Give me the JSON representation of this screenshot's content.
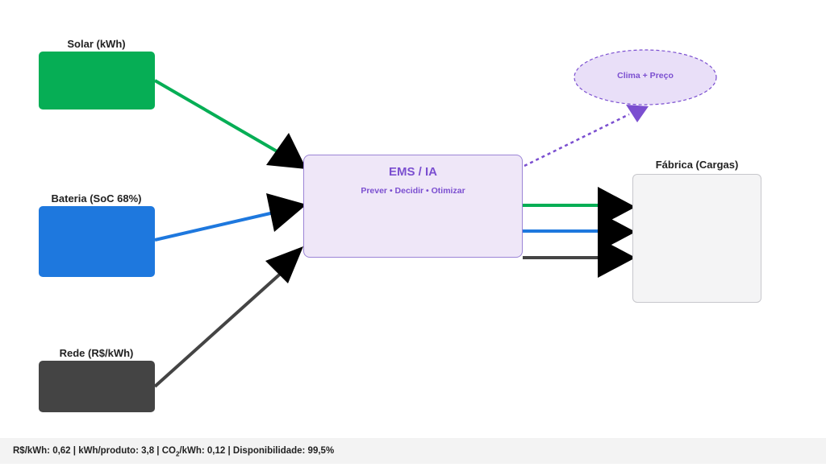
{
  "sources": {
    "solar": {
      "label": "Solar (kWh)",
      "color": "#06ae55"
    },
    "battery": {
      "label": "Bateria (SoC 68%)",
      "color": "#1e78de"
    },
    "grid": {
      "label": "Rede (R$/kWh)",
      "color": "#444444"
    }
  },
  "ems": {
    "title": "EMS / IA",
    "subtitle": "Prever • Decidir • Otimizar"
  },
  "factory": {
    "label": "Fábrica (Cargas)"
  },
  "context": {
    "label": "Clima + Preço",
    "color": "#7b4fd0"
  },
  "footer": {
    "rs_kwh": "R$/kWh: 0,62",
    "kwh_produto": "kWh/produto: 3,8",
    "co2_prefix": "CO",
    "co2_sub": "2",
    "co2_suffix": "/kWh: 0,12",
    "disponibilidade": "Disponibilidade: 99,5%",
    "separator": " | "
  }
}
